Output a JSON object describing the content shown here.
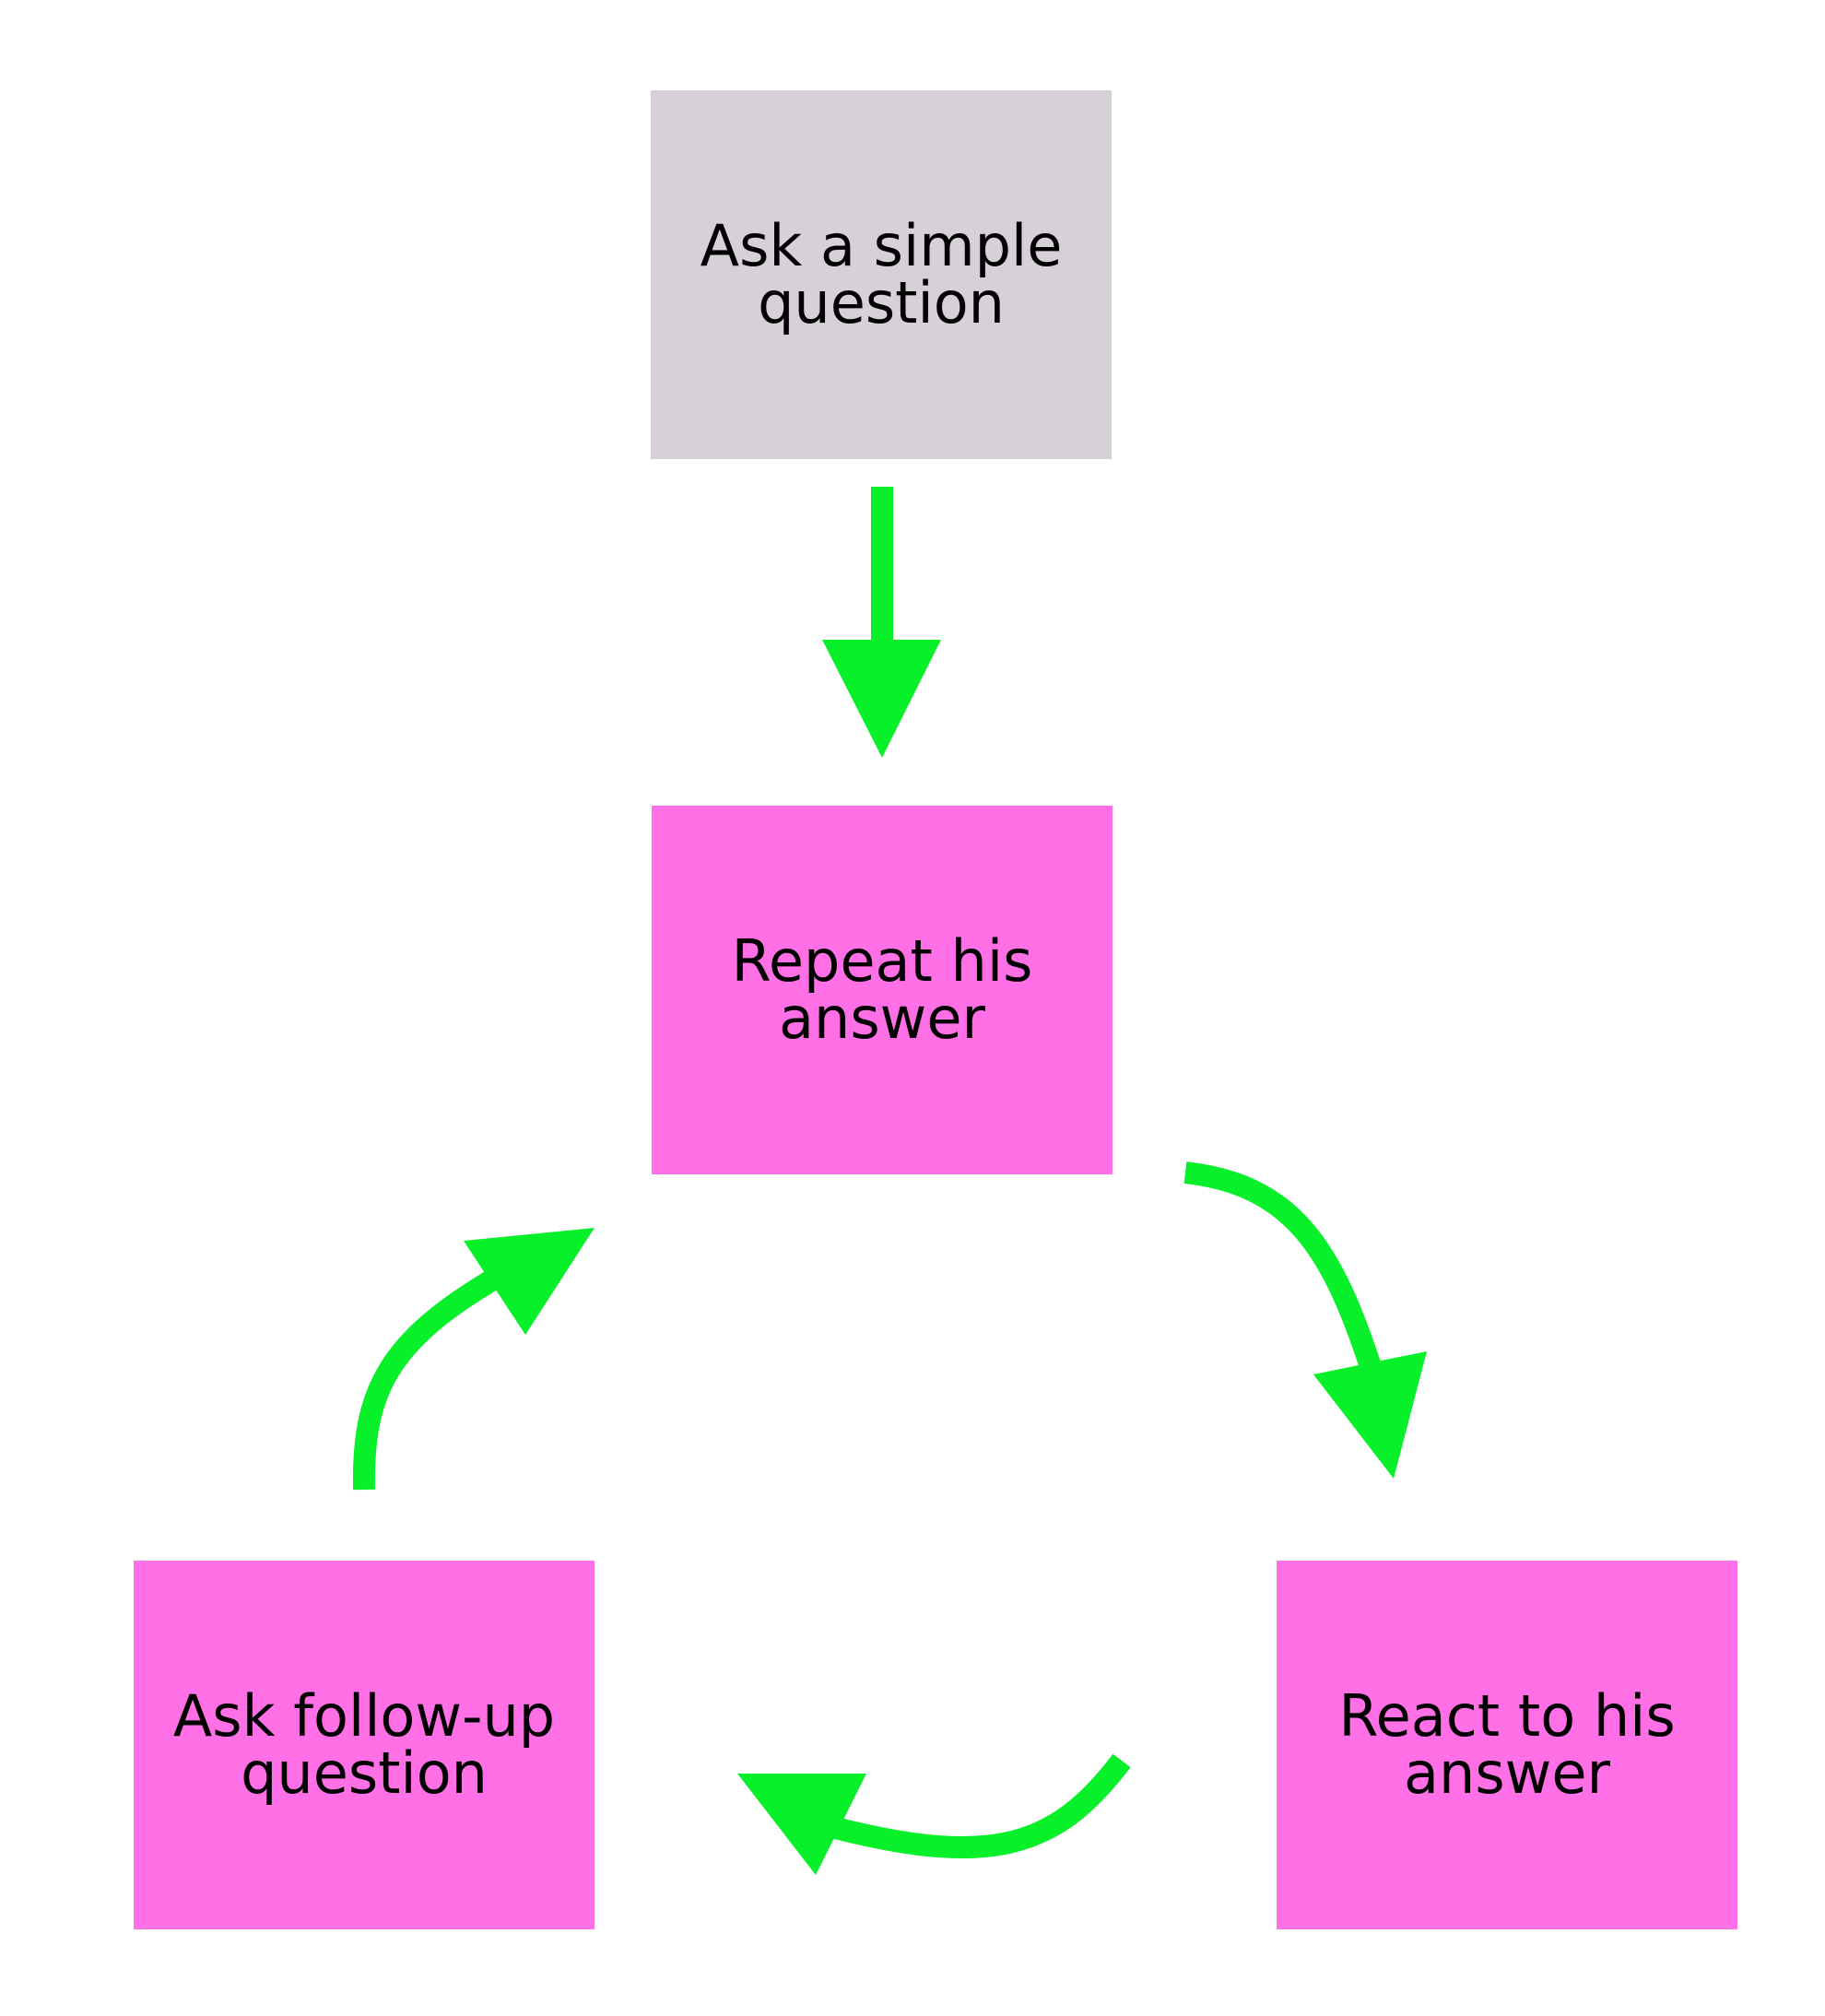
{
  "colors": {
    "start_fill": "#d7d0d8",
    "step_fill": "#ff6fe6",
    "arrow": "#08f02a",
    "text": "#000000"
  },
  "nodes": {
    "start": {
      "label": "Ask a simple\nquestion"
    },
    "repeat": {
      "label": "Repeat his\nanswer"
    },
    "react": {
      "label": "React to his\nanswer"
    },
    "followup": {
      "label": "Ask follow-up\nquestion"
    }
  },
  "edges": [
    {
      "from": "start",
      "to": "repeat"
    },
    {
      "from": "repeat",
      "to": "react"
    },
    {
      "from": "react",
      "to": "followup"
    },
    {
      "from": "followup",
      "to": "repeat"
    }
  ]
}
